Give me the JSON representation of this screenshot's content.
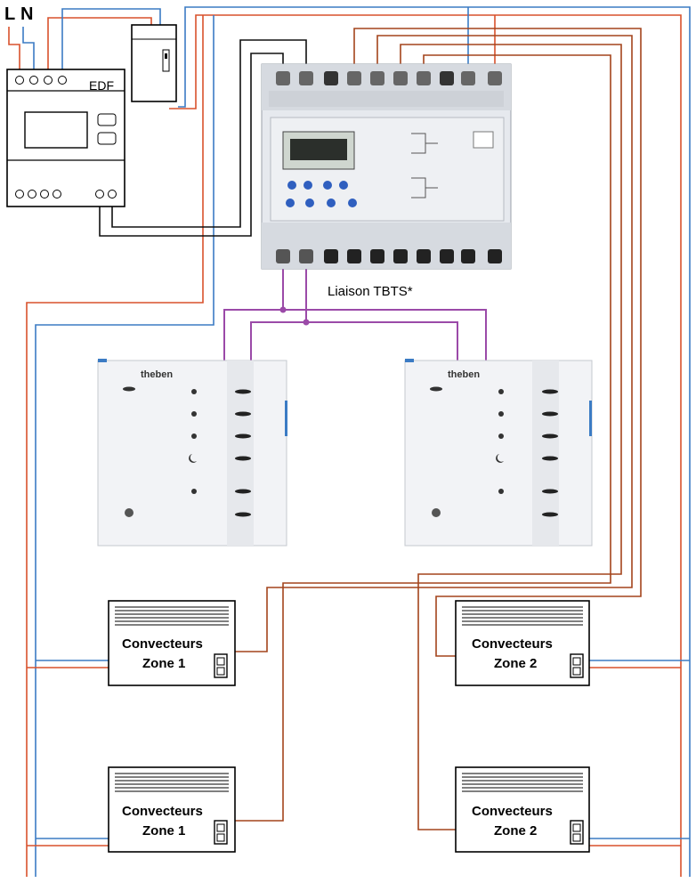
{
  "supply": {
    "line_label": "L",
    "neutral_label": "N"
  },
  "meter": {
    "label": "EDF"
  },
  "link": {
    "label": "Liaison TBTS*"
  },
  "brand": "theben",
  "zones": [
    {
      "title": "Convecteurs",
      "zone": "Zone 1"
    },
    {
      "title": "Convecteurs",
      "zone": "Zone 2"
    },
    {
      "title": "Convecteurs",
      "zone": "Zone 1"
    },
    {
      "title": "Convecteurs",
      "zone": "Zone 2"
    }
  ],
  "colors": {
    "live": "#d8512c",
    "neutral": "#3b7bc4",
    "pilot": "#a3441c",
    "link": "#9b4aa8",
    "control": "#111111"
  }
}
